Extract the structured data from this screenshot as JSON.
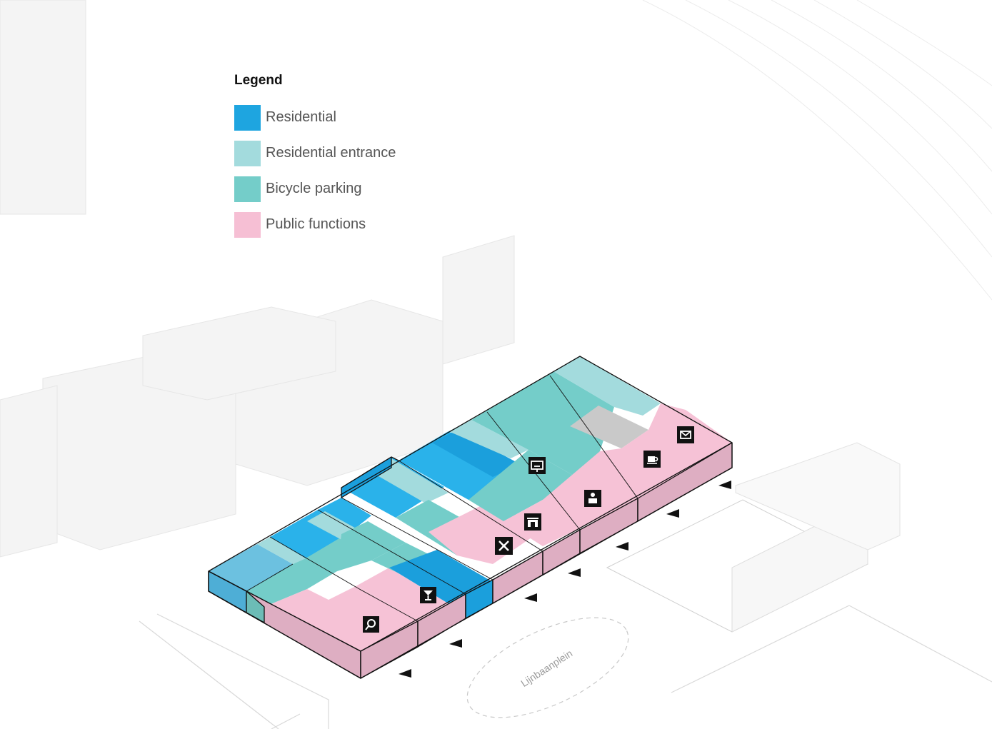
{
  "legend": {
    "title": "Legend",
    "items": [
      {
        "label": "Residential",
        "color": "#1ea5e0"
      },
      {
        "label": "Residential entrance",
        "color": "#a3dbdd"
      },
      {
        "label": "Bicycle parking",
        "color": "#74cdc9"
      },
      {
        "label": "Public functions",
        "color": "#f6bfd4"
      }
    ]
  },
  "colors": {
    "residential": "#2ab2ea",
    "residential_dark": "#1b9fdc",
    "residential_entrance": "#a3dbdd",
    "bicycle_parking": "#74cdc9",
    "public_functions": "#f6c2d6",
    "public_side": "#deaec2",
    "service": "#c9c9c9",
    "outline": "#111111"
  },
  "map": {
    "square_label": "Lijnbaanplein"
  },
  "icons": [
    "search-person-icon",
    "cocktail-icon",
    "restaurant-icon",
    "shop-icon",
    "exhibition-icon",
    "reading-icon",
    "coffee-icon",
    "mail-icon"
  ]
}
